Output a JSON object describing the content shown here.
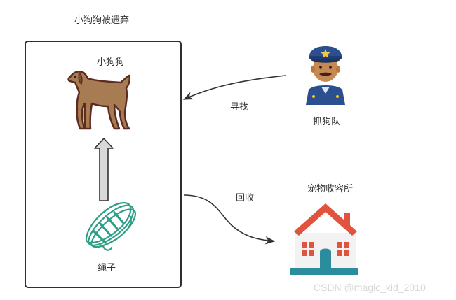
{
  "diagram": {
    "title": "小狗狗被遗弃",
    "nodes": {
      "dog": {
        "label": "小狗狗",
        "icon": "dog-icon"
      },
      "rope": {
        "label": "绳子",
        "icon": "rope-icon"
      },
      "catcher": {
        "label": "抓狗队",
        "icon": "police-officer-icon"
      },
      "shelter": {
        "label": "宠物收容所",
        "icon": "house-icon"
      }
    },
    "edges": {
      "search": {
        "label": "寻找",
        "from": "抓狗队",
        "to": "小狗狗被遗弃"
      },
      "collect": {
        "label": "回收",
        "from": "小狗狗被遗弃",
        "to": "宠物收容所"
      }
    }
  },
  "watermark": "CSDN @magic_kid_2010",
  "colors": {
    "dog": "#a77c52",
    "dog_outline": "#5d2b20",
    "rope": "#2f9e87",
    "house_roof": "#e0543f",
    "house_wall": "#f2f2f2",
    "house_base": "#2b8d9c",
    "uniform": "#2c4f8f",
    "skin": "#c68953"
  }
}
